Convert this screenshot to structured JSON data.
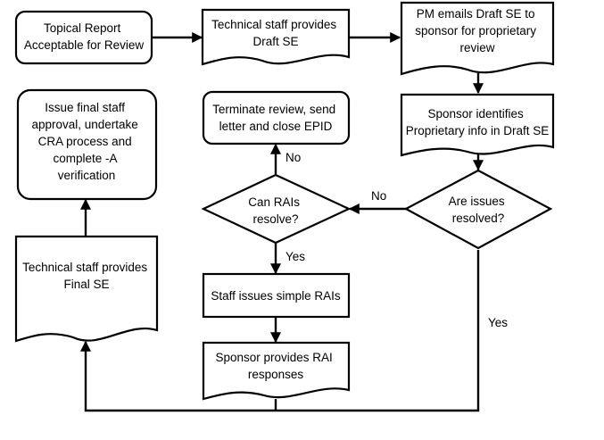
{
  "diagram": {
    "nodes": {
      "topical_report": {
        "lines": [
          "Topical Report",
          "Acceptable for Review"
        ]
      },
      "draft_se": {
        "lines": [
          "Technical staff provides",
          "Draft SE"
        ]
      },
      "pm_emails": {
        "lines": [
          "PM emails Draft SE to",
          "sponsor for proprietary",
          "review"
        ]
      },
      "sponsor_identifies": {
        "lines": [
          "Sponsor identifies",
          "Proprietary info in Draft SE"
        ]
      },
      "issues_resolved": {
        "lines": [
          "Are issues",
          "resolved?"
        ]
      },
      "can_rais": {
        "lines": [
          "Can RAIs",
          "resolve?"
        ]
      },
      "terminate": {
        "lines": [
          "Terminate review, send",
          "letter and close EPID"
        ]
      },
      "simple_rais": {
        "lines": [
          "Staff issues simple RAIs"
        ]
      },
      "rai_responses": {
        "lines": [
          "Sponsor provides RAI",
          "responses"
        ]
      },
      "final_se": {
        "lines": [
          "Technical staff provides",
          "Final SE"
        ]
      },
      "final_approval": {
        "lines": [
          "Issue final staff",
          "approval, undertake",
          "CRA process and",
          "complete -A",
          "verification"
        ]
      }
    },
    "edge_labels": {
      "issues_no": "No",
      "rais_no": "No",
      "rais_yes": "Yes",
      "issues_yes": "Yes"
    }
  }
}
